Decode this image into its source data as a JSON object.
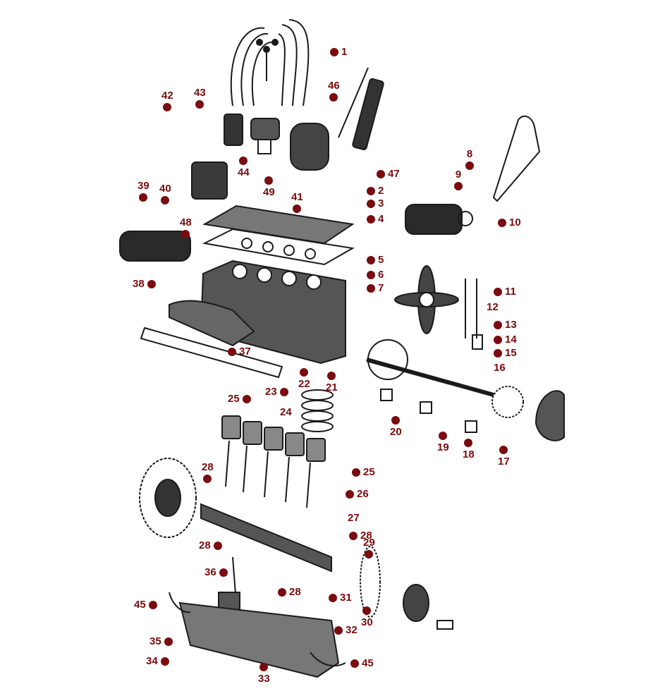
{
  "colors": {
    "callout": "#7a0b0e",
    "linework": "#1a1a1a",
    "background": "#ffffff"
  },
  "callouts": [
    {
      "id": "c1",
      "label": "1"
    },
    {
      "id": "c2",
      "label": "2"
    },
    {
      "id": "c3",
      "label": "3"
    },
    {
      "id": "c4",
      "label": "4"
    },
    {
      "id": "c5",
      "label": "5"
    },
    {
      "id": "c6",
      "label": "6"
    },
    {
      "id": "c7",
      "label": "7"
    },
    {
      "id": "c8",
      "label": "8"
    },
    {
      "id": "c9",
      "label": "9"
    },
    {
      "id": "c10",
      "label": "10"
    },
    {
      "id": "c11",
      "label": "11"
    },
    {
      "id": "c12",
      "label": "12"
    },
    {
      "id": "c13",
      "label": "13"
    },
    {
      "id": "c14",
      "label": "14"
    },
    {
      "id": "c15",
      "label": "15"
    },
    {
      "id": "c16",
      "label": "16"
    },
    {
      "id": "c17",
      "label": "17"
    },
    {
      "id": "c18",
      "label": "18"
    },
    {
      "id": "c19",
      "label": "19"
    },
    {
      "id": "c20",
      "label": "20"
    },
    {
      "id": "c21",
      "label": "21"
    },
    {
      "id": "c22",
      "label": "22"
    },
    {
      "id": "c23",
      "label": "23"
    },
    {
      "id": "c24",
      "label": "24"
    },
    {
      "id": "c25a",
      "label": "25"
    },
    {
      "id": "c25b",
      "label": "25"
    },
    {
      "id": "c26",
      "label": "26"
    },
    {
      "id": "c27",
      "label": "27"
    },
    {
      "id": "c28a",
      "label": "28"
    },
    {
      "id": "c28b",
      "label": "28"
    },
    {
      "id": "c28c",
      "label": "28"
    },
    {
      "id": "c28d",
      "label": "28"
    },
    {
      "id": "c29",
      "label": "29"
    },
    {
      "id": "c30",
      "label": "30"
    },
    {
      "id": "c31",
      "label": "31"
    },
    {
      "id": "c32",
      "label": "32"
    },
    {
      "id": "c33",
      "label": "33"
    },
    {
      "id": "c34",
      "label": "34"
    },
    {
      "id": "c35",
      "label": "35"
    },
    {
      "id": "c36",
      "label": "36"
    },
    {
      "id": "c37",
      "label": "37"
    },
    {
      "id": "c38",
      "label": "38"
    },
    {
      "id": "c39",
      "label": "39"
    },
    {
      "id": "c40",
      "label": "40"
    },
    {
      "id": "c41",
      "label": "41"
    },
    {
      "id": "c42",
      "label": "42"
    },
    {
      "id": "c43",
      "label": "43"
    },
    {
      "id": "c44",
      "label": "44"
    },
    {
      "id": "c45a",
      "label": "45"
    },
    {
      "id": "c45b",
      "label": "45"
    },
    {
      "id": "c46",
      "label": "46"
    },
    {
      "id": "c47",
      "label": "47"
    },
    {
      "id": "c48",
      "label": "48"
    },
    {
      "id": "c49",
      "label": "49"
    }
  ]
}
